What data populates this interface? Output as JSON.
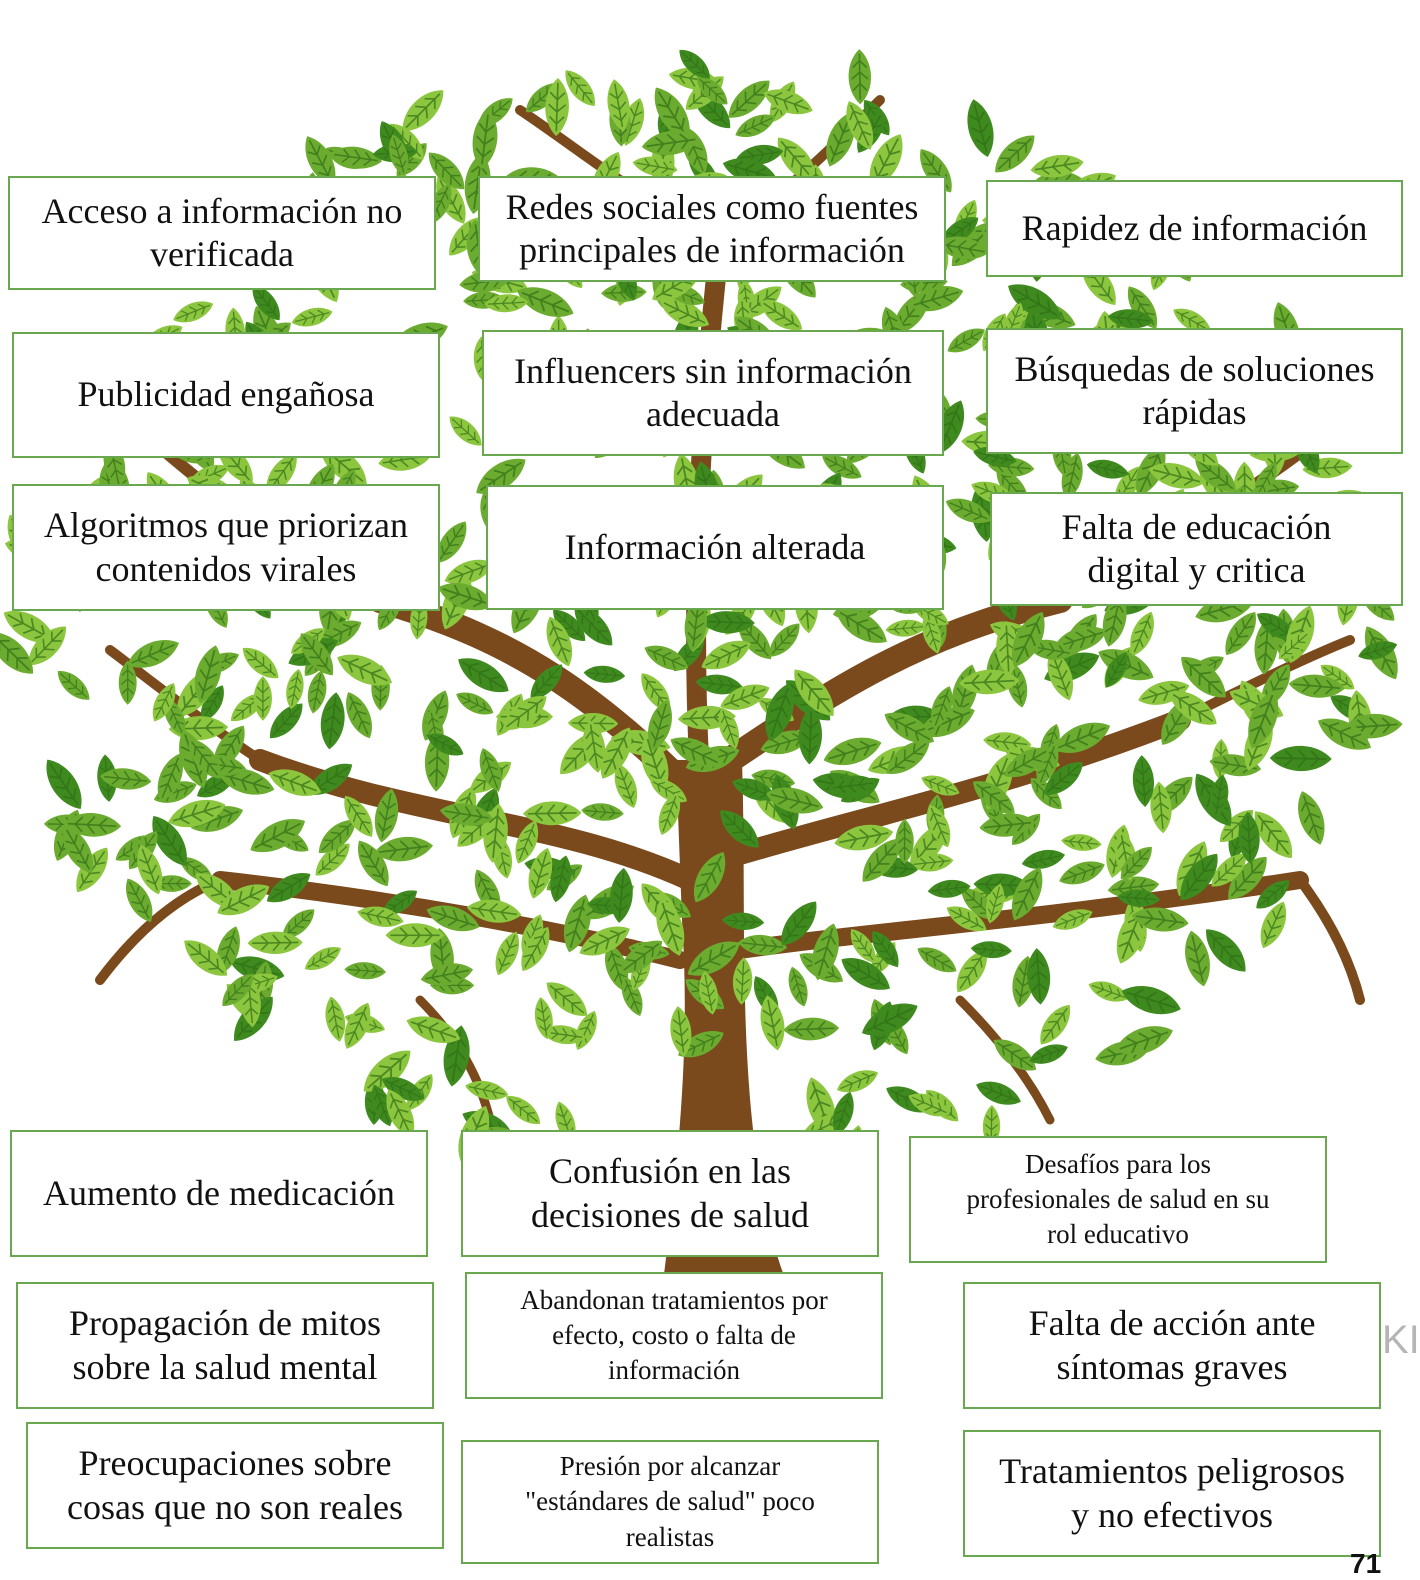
{
  "colors": {
    "trunk": "#7a4a1c",
    "leaf_light": "#8cc63f",
    "leaf_mid": "#6bab2f",
    "leaf_dark": "#3f8a1f",
    "box_border": "#6aa84f"
  },
  "canopy": {
    "top": [
      "Acceso a información no\nverificada",
      "Redes sociales como fuentes\nprincipales de información",
      "Rapidez de información",
      "Publicidad engañosa",
      "Influencers sin información\nadecuada",
      "Búsquedas de soluciones\nrápidas",
      "Algoritmos que priorizan\ncontenidos virales",
      "Información alterada",
      "Falta de educación\ndigital y critica"
    ]
  },
  "roots": {
    "bottom": [
      "Aumento de medicación",
      "Confusión en las\ndecisiones de salud",
      "Desafíos para los\nprofesionales de salud en su\nrol educativo",
      "Propagación de mitos\nsobre la salud mental",
      "Abandonan tratamientos por\nefecto, costo o falta de\ninformación",
      "Falta de acción ante\nsíntomas graves",
      "Preocupaciones sobre\ncosas que no son reales",
      "Presión por alcanzar\n\"estándares de salud\" poco\nrealistas",
      "Tratamientos peligrosos\ny no efectivos"
    ]
  },
  "page_number": "71",
  "cut_off_text": "KI"
}
